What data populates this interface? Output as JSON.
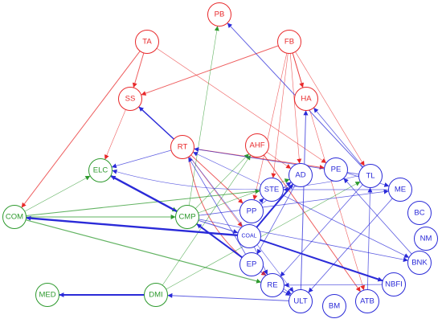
{
  "colors": {
    "red_group": "#e8282a",
    "green_group": "#2e9a2e",
    "blue_group": "#2a2ad8"
  },
  "nodes": [
    {
      "id": "PB",
      "label": "PB",
      "group": "red"
    },
    {
      "id": "TA",
      "label": "TA",
      "group": "red"
    },
    {
      "id": "FB",
      "label": "FB",
      "group": "red"
    },
    {
      "id": "SS",
      "label": "SS",
      "group": "red"
    },
    {
      "id": "HA",
      "label": "HA",
      "group": "red"
    },
    {
      "id": "RT",
      "label": "RT",
      "group": "red"
    },
    {
      "id": "AHF",
      "label": "AHF",
      "group": "red"
    },
    {
      "id": "ELC",
      "label": "ELC",
      "group": "green"
    },
    {
      "id": "COM",
      "label": "COM",
      "group": "green"
    },
    {
      "id": "CMP",
      "label": "CMP",
      "group": "green"
    },
    {
      "id": "MED",
      "label": "MED",
      "group": "green"
    },
    {
      "id": "DMI",
      "label": "DMI",
      "group": "green"
    },
    {
      "id": "PE",
      "label": "PE",
      "group": "blue"
    },
    {
      "id": "TL",
      "label": "TL",
      "group": "blue"
    },
    {
      "id": "AD",
      "label": "AD",
      "group": "blue"
    },
    {
      "id": "STE",
      "label": "STE",
      "group": "blue"
    },
    {
      "id": "ME",
      "label": "ME",
      "group": "blue"
    },
    {
      "id": "PP",
      "label": "PP",
      "group": "blue"
    },
    {
      "id": "BC",
      "label": "BC",
      "group": "blue"
    },
    {
      "id": "NM",
      "label": "NM",
      "group": "blue"
    },
    {
      "id": "COAL",
      "label": "COAL",
      "group": "blue",
      "small": true
    },
    {
      "id": "BNK",
      "label": "BNK",
      "group": "blue"
    },
    {
      "id": "EP",
      "label": "EP",
      "group": "blue"
    },
    {
      "id": "NBFI",
      "label": "NBFI",
      "group": "blue"
    },
    {
      "id": "RE",
      "label": "RE",
      "group": "blue"
    },
    {
      "id": "ULT",
      "label": "ULT",
      "group": "blue"
    },
    {
      "id": "BM",
      "label": "BM",
      "group": "blue"
    },
    {
      "id": "ATB",
      "label": "ATB",
      "group": "blue"
    }
  ],
  "edges": [
    {
      "from": "TA",
      "to": "SS",
      "group": "red",
      "weight": 1
    },
    {
      "from": "TA",
      "to": "COM",
      "group": "red",
      "weight": 1
    },
    {
      "from": "TA",
      "to": "PE",
      "group": "red",
      "weight": 0.6
    },
    {
      "from": "FB",
      "to": "SS",
      "group": "red",
      "weight": 1
    },
    {
      "from": "FB",
      "to": "HA",
      "group": "red",
      "weight": 1
    },
    {
      "from": "FB",
      "to": "AD",
      "group": "red",
      "weight": 0.6
    },
    {
      "from": "FB",
      "to": "STE",
      "group": "red",
      "weight": 0.6
    },
    {
      "from": "FB",
      "to": "TL",
      "group": "red",
      "weight": 0.6
    },
    {
      "from": "FB",
      "to": "PP",
      "group": "red",
      "weight": 0.6
    },
    {
      "from": "FB",
      "to": "ATB",
      "group": "red",
      "weight": 0.6
    },
    {
      "from": "SS",
      "to": "ELC",
      "group": "red",
      "weight": 0.6
    },
    {
      "from": "RT",
      "to": "PE",
      "group": "red",
      "weight": 1
    },
    {
      "from": "RT",
      "to": "PP",
      "group": "red",
      "weight": 1
    },
    {
      "from": "RT",
      "to": "RE",
      "group": "red",
      "weight": 1,
      "curve": 1
    },
    {
      "from": "AHF",
      "to": "AD",
      "group": "red",
      "weight": 0.6
    },
    {
      "from": "AHF",
      "to": "ATB",
      "group": "red",
      "weight": 1
    },
    {
      "from": "RT",
      "to": "COAL",
      "group": "red",
      "weight": 0.6
    },
    {
      "from": "COM",
      "to": "ELC",
      "group": "green",
      "weight": 0.6
    },
    {
      "from": "COM",
      "to": "CMP",
      "group": "green",
      "weight": 1
    },
    {
      "from": "COM",
      "to": "RE",
      "group": "green",
      "weight": 1.2
    },
    {
      "from": "COM",
      "to": "STE",
      "group": "green",
      "weight": 1
    },
    {
      "from": "ELC",
      "to": "CMP",
      "group": "green",
      "weight": 0.6
    },
    {
      "from": "CMP",
      "to": "PB",
      "group": "green",
      "weight": 0.6
    },
    {
      "from": "CMP",
      "to": "AD",
      "group": "green",
      "weight": 0.6
    },
    {
      "from": "CMP",
      "to": "AHF",
      "group": "green",
      "weight": 0.6
    },
    {
      "from": "DMI",
      "to": "AHF",
      "group": "green",
      "weight": 0.6
    },
    {
      "from": "DMI",
      "to": "TL",
      "group": "green",
      "weight": 0.6
    },
    {
      "from": "CMP",
      "to": "ELC",
      "group": "blue",
      "weight": 2.4
    },
    {
      "from": "COAL",
      "to": "COM",
      "group": "blue",
      "weight": 2.4
    },
    {
      "from": "COAL",
      "to": "AD",
      "group": "blue",
      "weight": 2
    },
    {
      "from": "COAL",
      "to": "NBFI",
      "group": "blue",
      "weight": 2
    },
    {
      "from": "EP",
      "to": "CMP",
      "group": "blue",
      "weight": 2
    },
    {
      "from": "DMI",
      "to": "MED",
      "group": "blue",
      "weight": 2
    },
    {
      "from": "RT",
      "to": "SS",
      "group": "blue",
      "weight": 1.4
    },
    {
      "from": "RT",
      "to": "ELC",
      "group": "blue",
      "weight": 0.8
    },
    {
      "from": "TL",
      "to": "PB",
      "group": "blue",
      "weight": 1
    },
    {
      "from": "TL",
      "to": "HA",
      "group": "blue",
      "weight": 0.8
    },
    {
      "from": "ULT",
      "to": "HA",
      "group": "blue",
      "weight": 1
    },
    {
      "from": "TL",
      "to": "RT",
      "group": "blue",
      "weight": 0.8
    },
    {
      "from": "PP",
      "to": "STE",
      "group": "blue",
      "weight": 0.8
    },
    {
      "from": "PP",
      "to": "AD",
      "group": "blue",
      "weight": 0.8
    },
    {
      "from": "STE",
      "to": "RT",
      "group": "blue",
      "weight": 0.6
    },
    {
      "from": "CMP",
      "to": "ME",
      "group": "blue",
      "weight": 0.8
    },
    {
      "from": "CMP",
      "to": "BNK",
      "group": "blue",
      "weight": 0.8
    },
    {
      "from": "CMP",
      "to": "COAL",
      "group": "blue",
      "weight": 1
    },
    {
      "from": "STE",
      "to": "BNK",
      "group": "blue",
      "weight": 0.8
    },
    {
      "from": "TL",
      "to": "RE",
      "group": "blue",
      "weight": 0.8
    },
    {
      "from": "ME",
      "to": "ULT",
      "group": "blue",
      "weight": 0.8
    },
    {
      "from": "RE",
      "to": "ULT",
      "group": "blue",
      "weight": 1
    },
    {
      "from": "ULT",
      "to": "DMI",
      "group": "blue",
      "weight": 1
    },
    {
      "from": "NBFI",
      "to": "RE",
      "group": "blue",
      "weight": 0.8
    },
    {
      "from": "BNK",
      "to": "PE",
      "group": "blue",
      "weight": 0.8
    },
    {
      "from": "EP",
      "to": "RT",
      "group": "blue",
      "weight": 0.8
    },
    {
      "from": "AD",
      "to": "EP",
      "group": "blue",
      "weight": 0.8
    },
    {
      "from": "ATB",
      "to": "TL",
      "group": "blue",
      "weight": 0.8
    },
    {
      "from": "PE",
      "to": "ME",
      "group": "blue",
      "weight": 0.8
    },
    {
      "from": "ME",
      "to": "STE",
      "group": "blue",
      "weight": 0.8
    },
    {
      "from": "COAL",
      "to": "RE",
      "group": "blue",
      "weight": 0.8
    },
    {
      "from": "CMP",
      "to": "ULT",
      "group": "blue",
      "weight": 0.8
    },
    {
      "from": "RT",
      "to": "ULT",
      "group": "blue",
      "weight": 0.6
    },
    {
      "from": "TL",
      "to": "ELC",
      "group": "blue",
      "weight": 0.6,
      "curve": -1
    }
  ]
}
